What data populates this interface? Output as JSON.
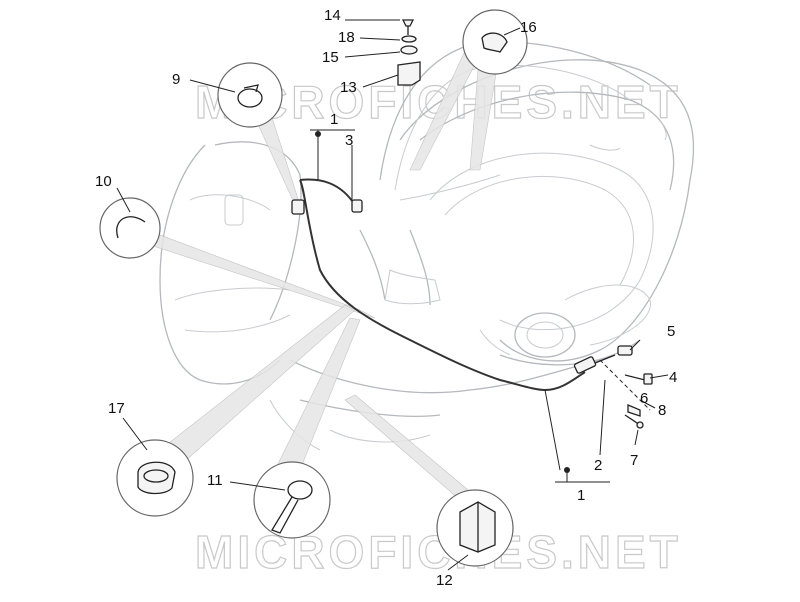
{
  "watermark": {
    "text": "MICROFICHES.NET"
  },
  "groups": {
    "top": "1",
    "bottom": "1"
  },
  "callouts": {
    "c1": "1",
    "c2": "2",
    "c3": "3",
    "c4": "4",
    "c5": "5",
    "c6": "6",
    "c7": "7",
    "c8": "8",
    "c9": "9",
    "c10": "10",
    "c11": "11",
    "c12": "12",
    "c13": "13",
    "c14": "14",
    "c15": "15",
    "c16": "16",
    "c17": "17",
    "c18": "18"
  }
}
